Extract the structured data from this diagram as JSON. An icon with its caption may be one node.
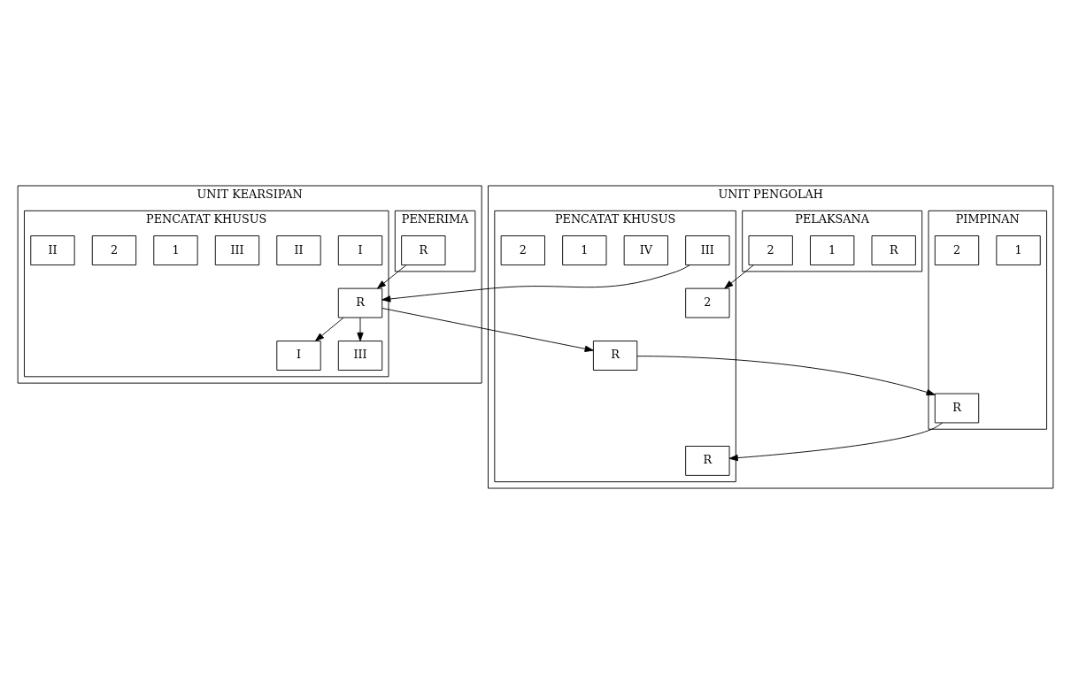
{
  "diagram": {
    "nodes": [
      {
        "text": [
          "UNIT KEARSIPAN"
        ]
      },
      {
        "text": [
          "PENERIMA"
        ],
        "in": 0
      },
      {
        "text": [
          "PENCATAT KHUSUS"
        ],
        "in": 0
      },
      {
        "text": [
          "UNIT PENGOLAH"
        ]
      },
      {
        "text": [
          "PIMPINAN"
        ],
        "in": 3
      },
      {
        "text": [
          "PENCATAT KHUSUS"
        ],
        "in": 3
      },
      {
        "text": [
          "PELAKSANA"
        ],
        "in": 3
      },
      {
        "text": [
          "R"
        ],
        "in": 1
      },
      {
        "text": [
          "R"
        ],
        "in": 2
      },
      {
        "text": [
          "I"
        ],
        "in": 2
      },
      {
        "text": [
          "II"
        ],
        "in": 2
      },
      {
        "text": [
          "III"
        ],
        "in": 2
      },
      {
        "text": [
          "1"
        ],
        "in": 2
      },
      {
        "text": [
          "2"
        ],
        "in": 2
      },
      {
        "text": [
          "I"
        ],
        "in": 2
      },
      {
        "text": [
          "II"
        ],
        "in": 2
      },
      {
        "text": [
          "III"
        ],
        "in": 2
      },
      {
        "text": [
          "R"
        ],
        "in": 5
      },
      {
        "text": [
          "III"
        ],
        "in": 5
      },
      {
        "text": [
          "IV"
        ],
        "in": 5
      },
      {
        "text": [
          "R"
        ],
        "in": 4
      },
      {
        "text": [
          "1"
        ],
        "in": 4
      },
      {
        "text": [
          "2"
        ],
        "in": 4
      },
      {
        "text": [
          "R"
        ],
        "in": 5
      },
      {
        "text": [
          "1"
        ],
        "in": 5
      },
      {
        "text": [
          "2"
        ],
        "in": 5
      },
      {
        "text": [
          "R"
        ],
        "in": 6
      },
      {
        "text": [
          "1"
        ],
        "in": 6
      },
      {
        "text": [
          "2"
        ],
        "in": 6
      },
      {
        "text": [
          "2"
        ],
        "in": 5
      }
    ],
    "edges": [
      {
        "from": 7,
        "to": 8,
        "arrow": "to"
      },
      {
        "from": 8,
        "to": 17,
        "arrow": "to"
      },
      {
        "from": 18,
        "to": 8,
        "arrow": "to"
      },
      {
        "from": 8,
        "to": 14,
        "arrow": "to"
      },
      {
        "from": 8,
        "to": 16,
        "arrow": "to"
      },
      {
        "from": 17,
        "to": 20,
        "arrow": "to"
      },
      {
        "from": 20,
        "to": 23,
        "arrow": "to"
      },
      {
        "from": 28,
        "to": 29,
        "arrow": "to"
      }
    ]
  }
}
